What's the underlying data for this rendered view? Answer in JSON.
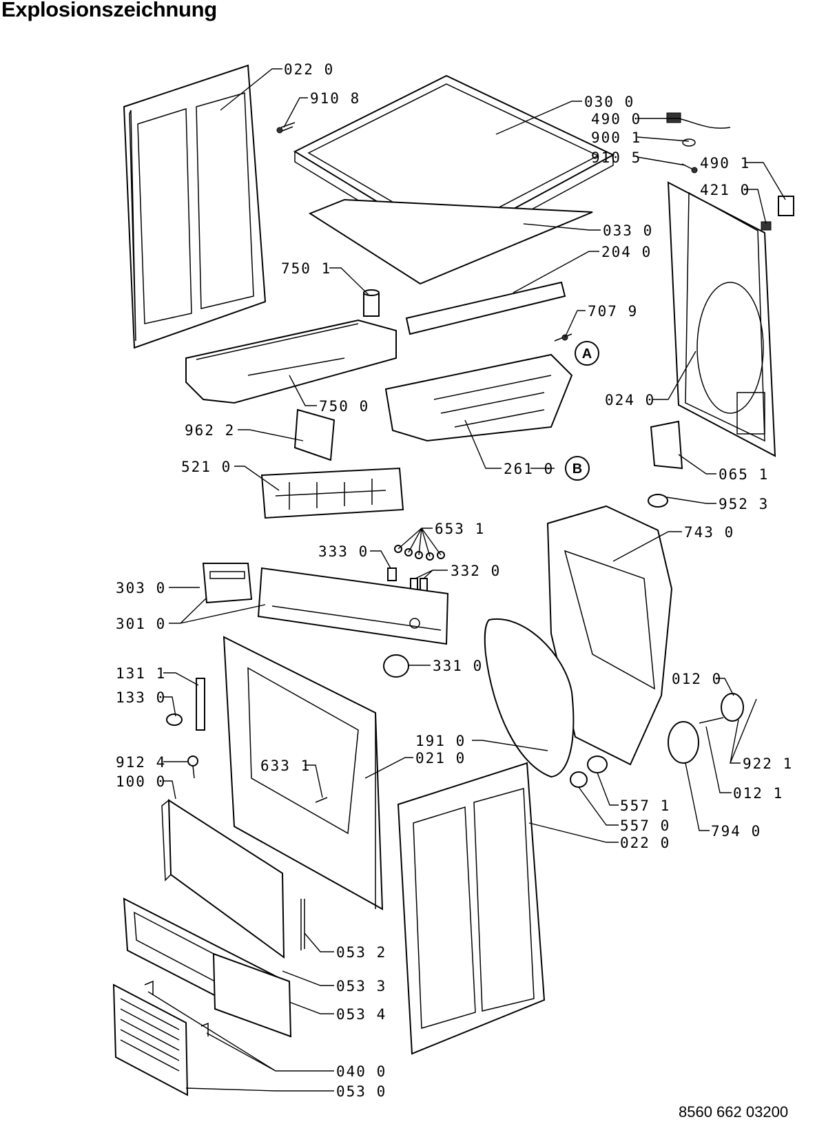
{
  "title": "Explosionszeichnung",
  "document_number": "8560 662 03200",
  "callouts": {
    "a": "A",
    "b": "B"
  },
  "labels": {
    "l0220_top": "022 0",
    "l9108": "910 8",
    "l0300": "030 0",
    "l4900": "490 0",
    "l9001": "900 1",
    "l9105": "910 5",
    "l4901": "490 1",
    "l4210": "421 0",
    "l0330": "033 0",
    "l2040": "204 0",
    "l7501": "750 1",
    "l7079": "707 9",
    "l0240": "024 0",
    "l7500": "750 0",
    "l9622": "962 2",
    "l2610": "261 0",
    "l5210": "521 0",
    "l0651": "065 1",
    "l9523": "952 3",
    "l6531": "653 1",
    "l3330": "333 0",
    "l3320": "332 0",
    "l7430": "743 0",
    "l3030": "303 0",
    "l3010": "301 0",
    "l3310": "331 0",
    "l1311": "131 1",
    "l1330": "133 0",
    "l0120": "012 0",
    "l1910": "191 0",
    "l9124": "912 4",
    "l0210": "021 0",
    "l6331": "633 1",
    "l1000": "100 0",
    "l9221": "922 1",
    "l5571": "557 1",
    "l0121": "012 1",
    "l5570": "557 0",
    "l7940": "794 0",
    "l0220_bottom": "022 0",
    "l0532": "053 2",
    "l0533": "053 3",
    "l0534": "053 4",
    "l0400": "040 0",
    "l0530": "053 0"
  }
}
